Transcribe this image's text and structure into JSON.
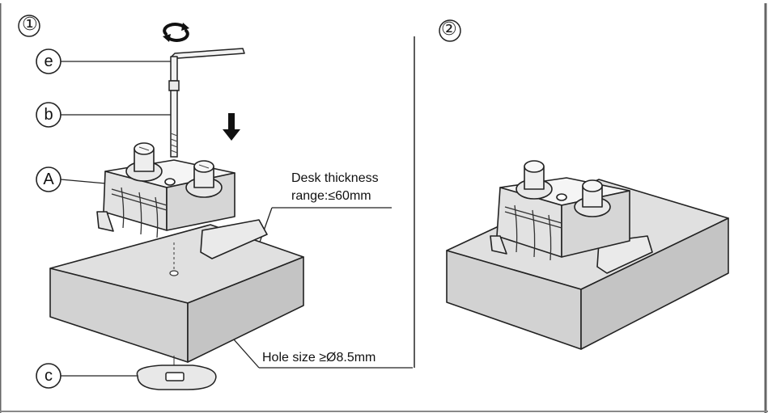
{
  "steps": {
    "step1": "①",
    "step2": "②"
  },
  "parts": {
    "e": "e",
    "b": "b",
    "A": "A",
    "c": "c"
  },
  "annotations": {
    "desk_thickness_line1": "Desk thickness",
    "desk_thickness_line2": "range:≤60mm",
    "hole_size": "Hole size ≥Ø8.5mm"
  },
  "icons": {
    "rotate": "rotate-arrows-icon",
    "down_arrow": "down-arrow-icon"
  }
}
